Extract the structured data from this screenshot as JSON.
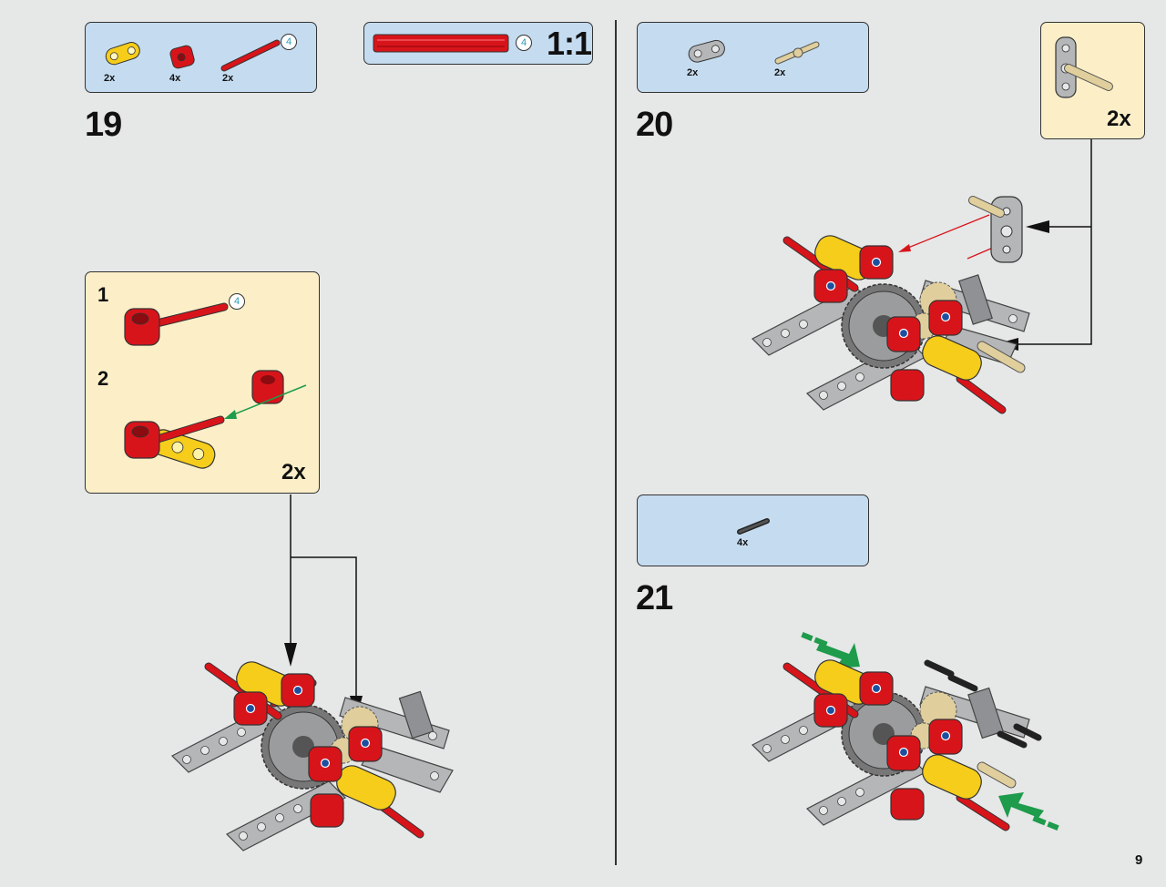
{
  "page_number": "9",
  "scale_box": {
    "length": "4",
    "label": "1:1"
  },
  "steps": [
    {
      "number": "19",
      "parts": [
        {
          "qty": "2x",
          "icon": "yellow-connector"
        },
        {
          "qty": "4x",
          "icon": "red-connector"
        },
        {
          "qty": "2x",
          "icon": "red-axle",
          "length": "4"
        }
      ],
      "subassembly": {
        "multiplier": "2x",
        "substeps": [
          {
            "number": "1",
            "length": "4"
          },
          {
            "number": "2"
          }
        ]
      }
    },
    {
      "number": "20",
      "parts": [
        {
          "qty": "2x",
          "icon": "gray-connector"
        },
        {
          "qty": "2x",
          "icon": "tan-pin"
        }
      ],
      "subassembly": {
        "multiplier": "2x"
      }
    },
    {
      "number": "21",
      "parts": [
        {
          "qty": "4x",
          "icon": "black-pin"
        }
      ]
    }
  ],
  "colors": {
    "background": "#e6e7e7",
    "parts_box": "#c5dcf0",
    "subassembly_box": "#fcefc8",
    "red": "#d8141b",
    "yellow": "#f5cd1a",
    "gray": "#b4b6b8",
    "tan": "#e0cf9c",
    "green_arrow": "#1e9b4b"
  }
}
